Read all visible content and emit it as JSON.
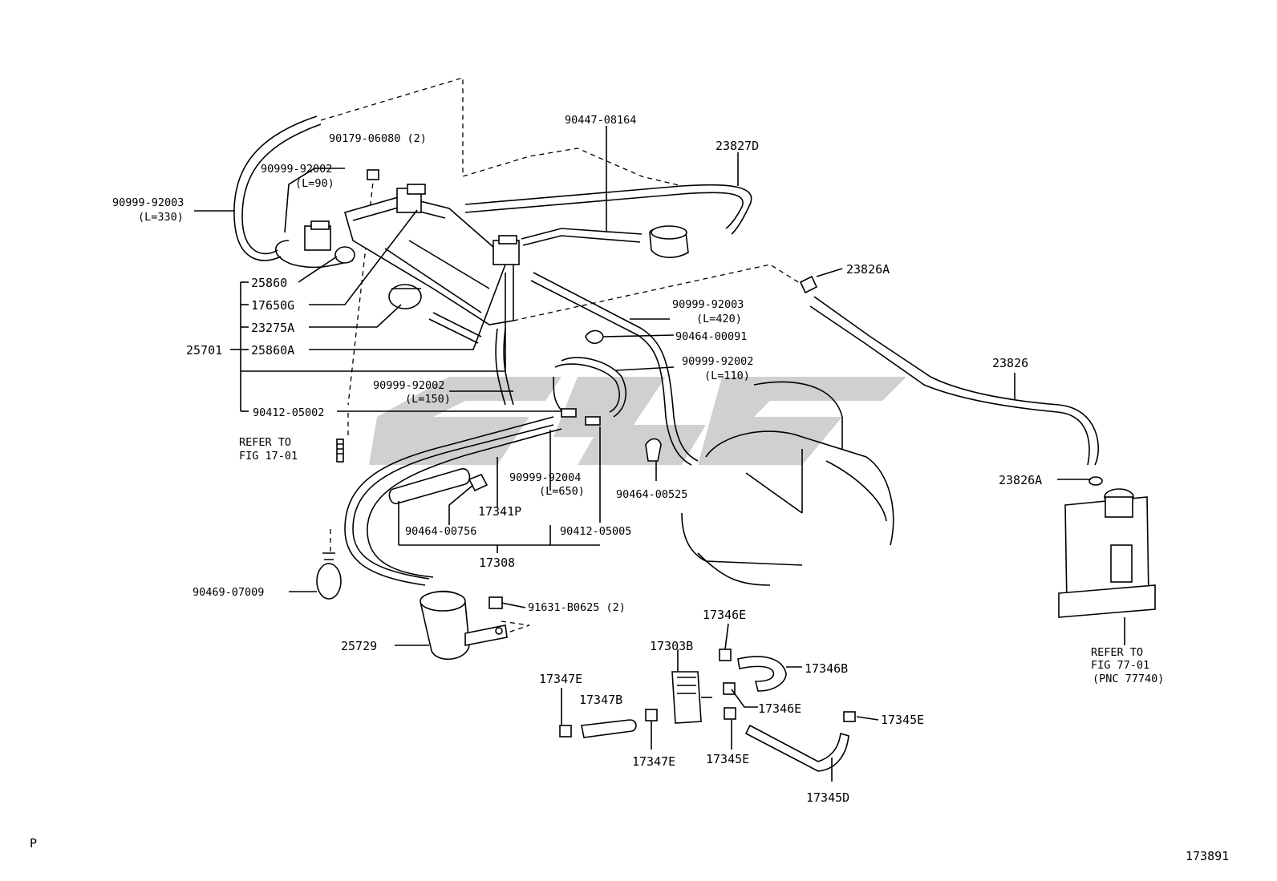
{
  "labels": {
    "p90179": "90179-06080 (2)",
    "p90999_92002a": "90999-92002",
    "p90999_92002a_len": "(L=90)",
    "p90999_92003a": "90999-92003",
    "p90999_92003a_len": "(L=330)",
    "p90447": "90447-08164",
    "p23827D": "23827D",
    "p23826A_top": "23826A",
    "p25860": "25860",
    "p17650G": "17650G",
    "p23275A": "23275A",
    "p25701": "25701",
    "p25860A": "25860A",
    "p90999_92003b": "90999-92003",
    "p90999_92003b_len": "(L=420)",
    "p90464_00091": "90464-00091",
    "p90999_92002b": "90999-92002",
    "p90999_92002b_len": "(L=110)",
    "p90999_92002c": "90999-92002",
    "p90999_92002c_len": "(L=150)",
    "p90412_05002": "90412-05002",
    "refer1_a": "REFER TO",
    "refer1_b": "FIG 17-01",
    "p23826": "23826",
    "p90999_92004": "90999-92004",
    "p90999_92004_len": "(L=650)",
    "p90464_00525": "90464-00525",
    "p23826A_bottom": "23826A",
    "p17341P": "17341P",
    "p90464_00756": "90464-00756",
    "p90412_05005": "90412-05005",
    "p17308": "17308",
    "p90469": "90469-07009",
    "p91631": "91631-B0625 (2)",
    "p25729": "25729",
    "p17346E_top": "17346E",
    "p17303B": "17303B",
    "p17346B": "17346B",
    "refer2_a": "REFER TO",
    "refer2_b": "FIG 77-01",
    "refer2_c": "(PNC 77740)",
    "p17347E_top": "17347E",
    "p17347B": "17347B",
    "p17346E_mid": "17346E",
    "p17345E_right": "17345E",
    "p17347E_bottom": "17347E",
    "p17345E_bottom": "17345E",
    "p17345D": "17345D",
    "corner_left": "P",
    "figure_number": "173891"
  },
  "icons": {
    "watermark": "brand-watermark-logo",
    "canister": "charcoal-canister-icon",
    "engine": "engine-outline-icon"
  }
}
